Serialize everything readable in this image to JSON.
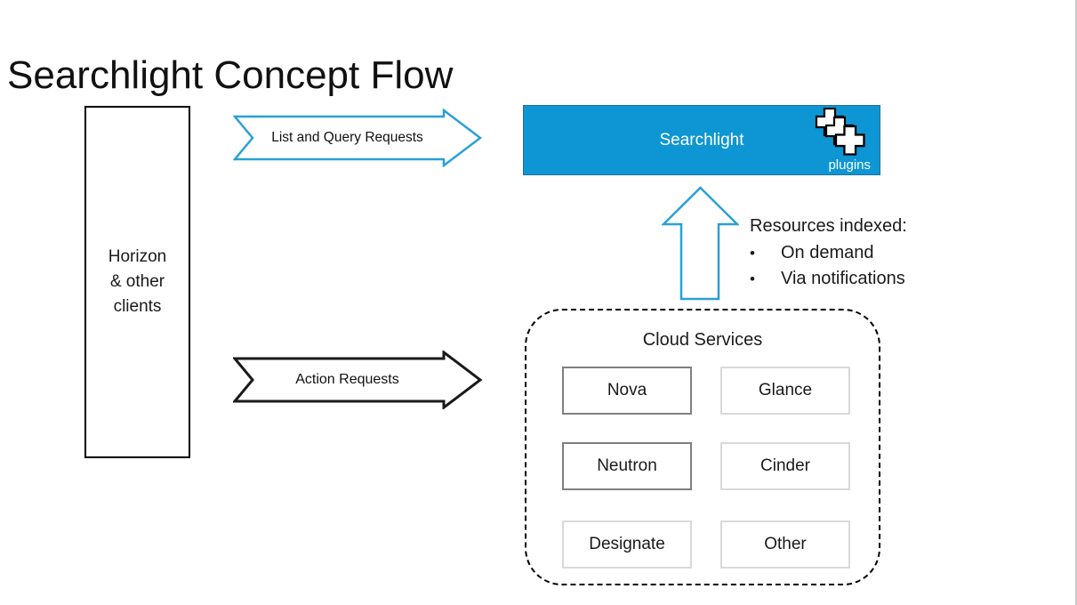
{
  "title": "Searchlight Concept Flow",
  "colors": {
    "searchlight_fill": "#0D96D3",
    "searchlight_border": "#20719A",
    "arrow_blue": "#29A0D8",
    "arrow_black": "#1A1A1A",
    "service_border_strong": "#7F7F7F",
    "service_border_light": "#D9D9D9",
    "text": "#1A1A1A",
    "canvas_edge": "#C9C9C9"
  },
  "clients_box": {
    "line1": "Horizon",
    "line2": "& other",
    "line3": "clients"
  },
  "arrows": {
    "list_query_label": "List and Query Requests",
    "action_label": "Action Requests"
  },
  "searchlight": {
    "label": "Searchlight",
    "plugins_label": "plugins"
  },
  "resources": {
    "heading": "Resources indexed:",
    "bullets": [
      "On demand",
      "Via notifications"
    ]
  },
  "cloud_services": {
    "title": "Cloud Services",
    "services": [
      {
        "name": "Nova",
        "emphasis": true
      },
      {
        "name": "Glance",
        "emphasis": false
      },
      {
        "name": "Neutron",
        "emphasis": true
      },
      {
        "name": "Cinder",
        "emphasis": false
      },
      {
        "name": "Designate",
        "emphasis": false
      },
      {
        "name": "Other",
        "emphasis": false
      }
    ]
  }
}
